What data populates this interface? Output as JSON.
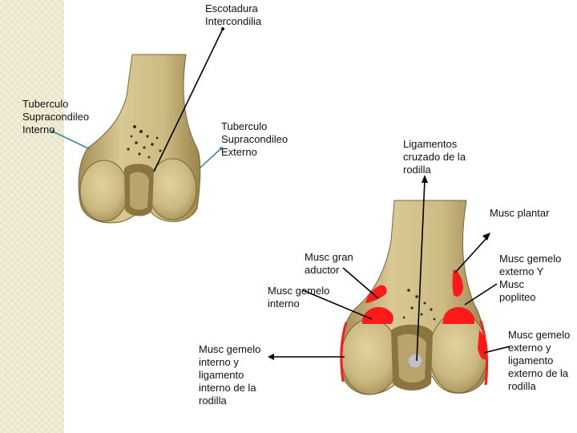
{
  "labels": {
    "escotadura": "Escotadura\nIntercondilia",
    "tuberculo_interno": "Tuberculo\nSupracondileo\nInterno",
    "tuberculo_externo": "Tuberculo\nSupracondileo\nExterno",
    "ligamentos_cruzado": "Ligamentos\ncruzado de la\nrodilla",
    "musc_plantar": "Musc plantar",
    "musc_gran_aductor": "Musc gran\naductor",
    "musc_gemelo_interno": "Musc gemelo\ninterno",
    "musc_gemelo_externo_popliteo": "Musc gemelo\nexterno Y\nMusc\npopliteo",
    "musc_gemelo_interno_ligamento": "Musc gemelo\ninterno y\nligamento\ninterno de la\nrodilla",
    "musc_gemelo_externo_ligamento": "Musc gemelo\nexterno y\nligamento\nexterno de la\nrodilla"
  },
  "colors": {
    "sidebar": "#f2efd9",
    "bone": "#cbb982",
    "bone_shadow": "#8a7540",
    "muscle_insertion": "#ff1a1a",
    "leader_dark": "#000000",
    "leader_teal": "#3a8a9a"
  },
  "icons": {
    "upper_bone": "femur-distal-posterior-illustration",
    "lower_bone": "femur-distal-muscle-insertions-illustration"
  }
}
